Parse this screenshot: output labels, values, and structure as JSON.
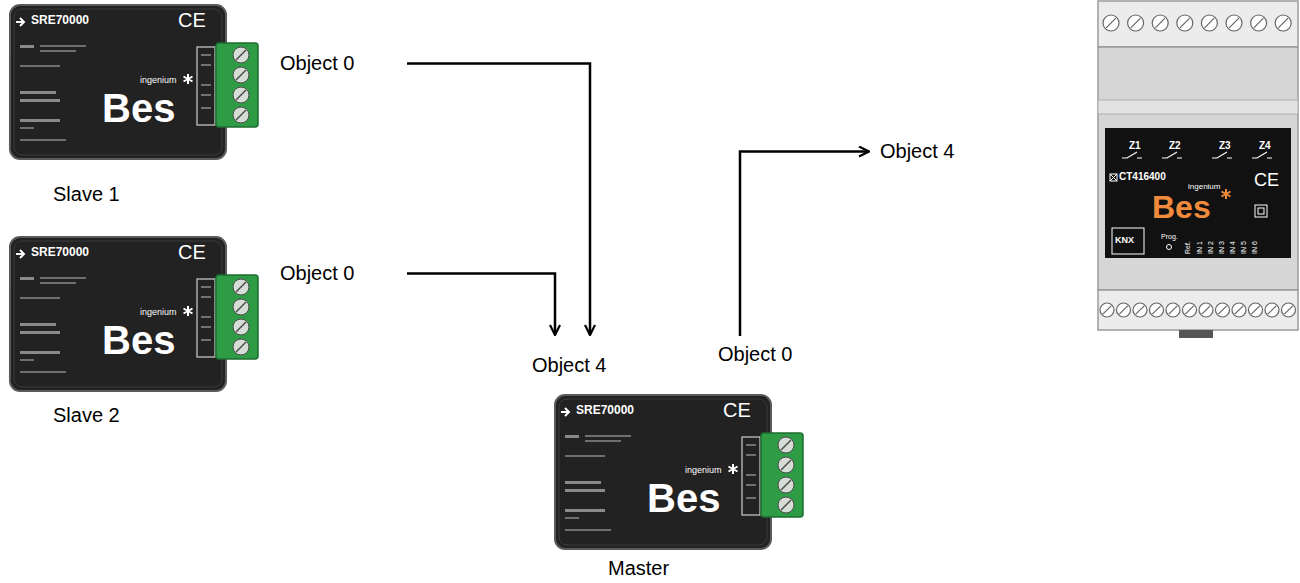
{
  "diagram": {
    "nodes": [
      {
        "text": [
          "SRE70000",
          "CE",
          "ingenium",
          "Bes",
          "Slave 1",
          "Object 0"
        ]
      },
      {
        "text": [
          "SRE70000",
          "CE",
          "ingenium",
          "Bes",
          "Slave 2",
          "Object 0"
        ]
      },
      {
        "text": [
          "Object 4",
          "SRE70000",
          "CE",
          "ingenium",
          "Bes",
          "Master",
          "Object 0"
        ]
      },
      {
        "text": [
          "Object 4",
          "Z1",
          "Z2",
          "Z3",
          "Z4",
          "CT416400",
          "ingenium",
          "Bes",
          "CE",
          "KNX",
          "Prog.",
          "Ref.",
          "IN 1",
          "IN 2",
          "IN 3",
          "IN 4",
          "IN 5",
          "IN 6"
        ]
      }
    ],
    "edges": [
      {
        "from": 0,
        "to": 2,
        "arrow": "to"
      },
      {
        "from": 1,
        "to": 2,
        "arrow": "to"
      },
      {
        "from": 2,
        "to": 3,
        "arrow": "to"
      }
    ]
  }
}
